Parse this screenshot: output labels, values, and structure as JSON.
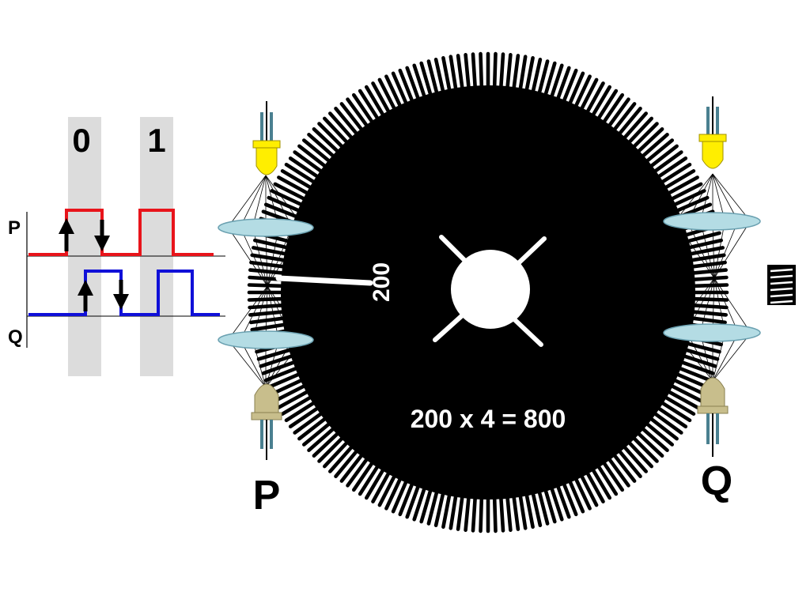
{
  "timing": {
    "bit_labels": [
      "0",
      "1"
    ],
    "channel_p_label": "P",
    "channel_q_label": "Q",
    "channel_p_color": "#e8141b",
    "channel_q_color": "#1010d8",
    "shade_color": "#dcdcdc"
  },
  "disk": {
    "slot_count": 200,
    "marking": "200",
    "equation": "200 x 4 = 800",
    "disk_color": "#000000"
  },
  "sensors": {
    "left_label": "P",
    "right_label": "Q",
    "emitter_color": "#ffee00",
    "detector_color": "#c8be8c",
    "lens_color": "#b4dce4",
    "lead_color": "#4a8090"
  },
  "icons": [
    "up-arrow-icon",
    "down-arrow-icon",
    "grating-icon"
  ]
}
